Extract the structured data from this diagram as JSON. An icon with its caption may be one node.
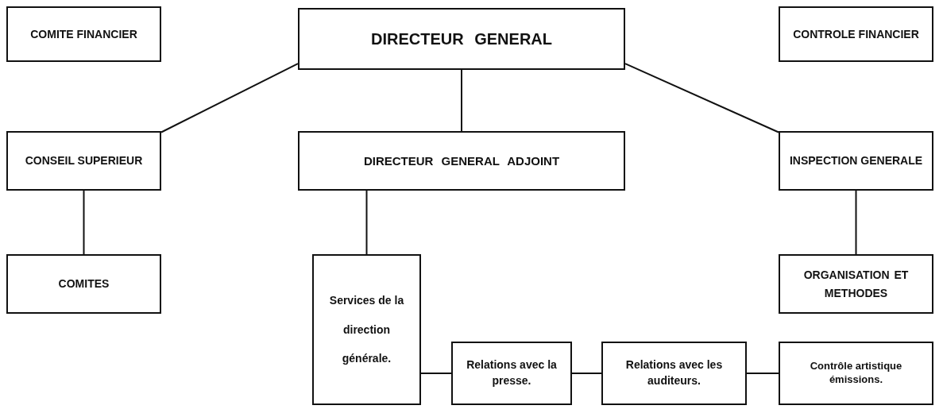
{
  "diagram": {
    "nodes": [
      {
        "text": [
          "COMITE FINANCIER"
        ]
      },
      {
        "text": [
          "DIRECTEUR GENERAL"
        ]
      },
      {
        "text": [
          "CONTROLE FINANCIER"
        ]
      },
      {
        "text": [
          "CONSEIL SUPERIEUR"
        ]
      },
      {
        "text": [
          "DIRECTEUR GENERAL ADJOINT"
        ]
      },
      {
        "text": [
          "INSPECTION GENERALE"
        ]
      },
      {
        "text": [
          "COMITES"
        ]
      },
      {
        "text": [
          "Services de la direction générale."
        ]
      },
      {
        "text": [
          "ORGANISATION ET METHODES"
        ]
      },
      {
        "text": [
          "Relations avec la presse."
        ]
      },
      {
        "text": [
          "Relations avec les auditeurs."
        ]
      },
      {
        "text": [
          "Contrôle artistique émissions."
        ]
      }
    ],
    "edges": [
      {
        "from": 1,
        "to": 3,
        "arrow": "none"
      },
      {
        "from": 1,
        "to": 4,
        "arrow": "none"
      },
      {
        "from": 1,
        "to": 5,
        "arrow": "none"
      },
      {
        "from": 3,
        "to": 6,
        "arrow": "none"
      },
      {
        "from": 4,
        "to": 7,
        "arrow": "none"
      },
      {
        "from": 5,
        "to": 8,
        "arrow": "none"
      },
      {
        "from": 7,
        "to": 9,
        "arrow": "none"
      },
      {
        "from": 9,
        "to": 10,
        "arrow": "none"
      },
      {
        "from": 10,
        "to": 11,
        "arrow": "none"
      }
    ]
  }
}
